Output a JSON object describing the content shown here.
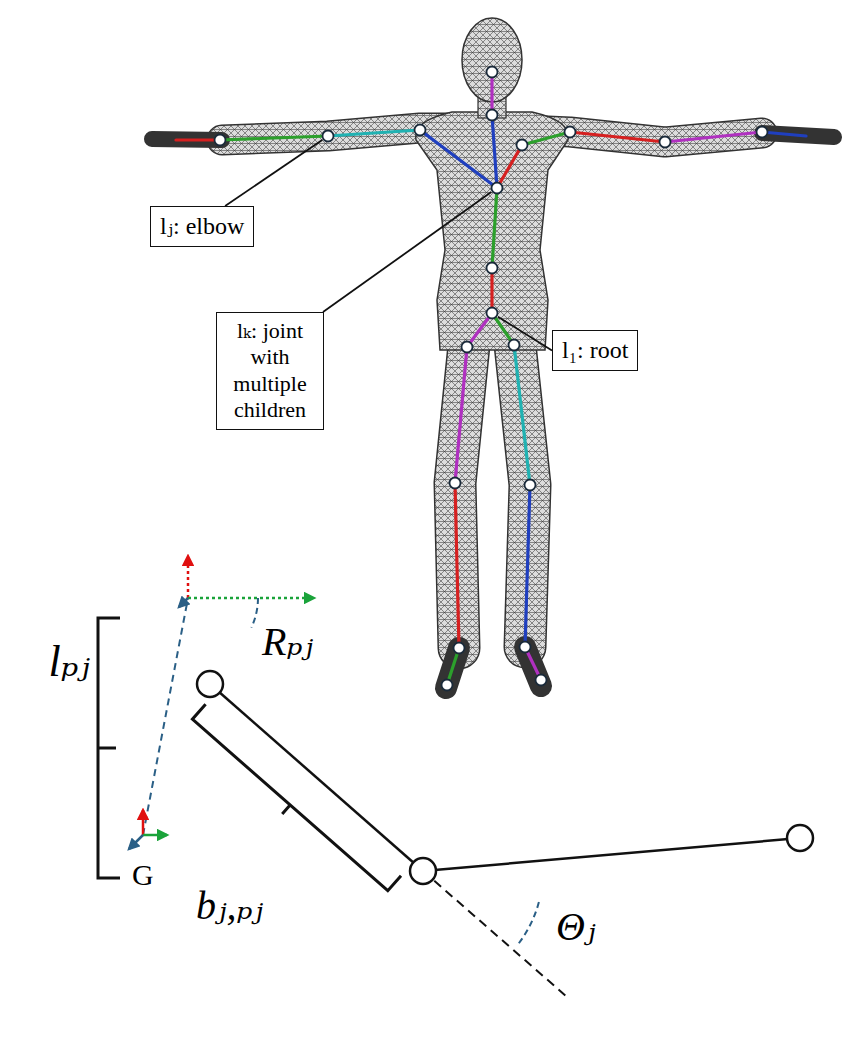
{
  "diagram": {
    "nodes": [
      {
        "text": [
          "lⱼ: elbow"
        ]
      },
      {
        "text": [
          "lₖ: joint with multiple children"
        ]
      },
      {
        "text": [
          "l₁: root"
        ]
      }
    ],
    "labels": [
      "lₚⱼ",
      "Rₚⱼ",
      "bⱼ,ₚⱼ",
      "Θⱼ",
      "G"
    ]
  }
}
